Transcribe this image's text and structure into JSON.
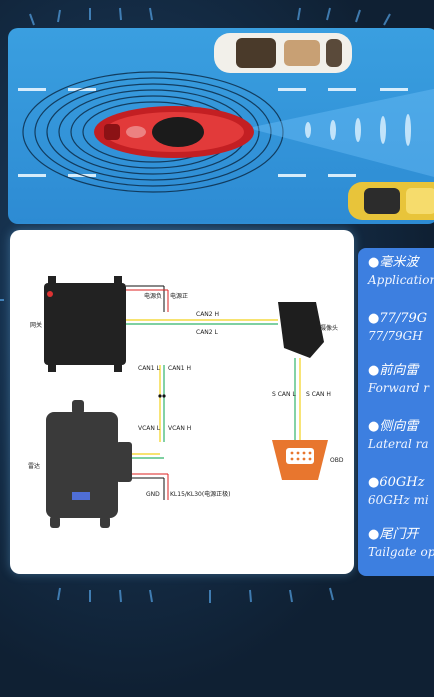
{
  "diagram": {
    "gateway_label": "网关",
    "radar_label": "雷达",
    "camera_label": "摄像头",
    "obd_label": "OBD",
    "power_neg": "电源负",
    "power_pos": "电源正",
    "can2h": "CAN2 H",
    "can2l": "CAN2 L",
    "can1l": "CAN1 L",
    "can1h": "CAN1 H",
    "vcanl": "VCAN L",
    "vcanh": "VCAN H",
    "scanl": "S CAN L",
    "scanh": "S CAN H",
    "gnd": "GND",
    "kl15": "KL15/KL30(电源正极)"
  },
  "features": [
    {
      "zh": "●毫米波",
      "en": "Application"
    },
    {
      "zh": "●77/79G",
      "en": "77/79GH"
    },
    {
      "zh": "●前向雷",
      "en": "Forward r"
    },
    {
      "zh": "●侧向雷",
      "en": "Lateral ra"
    },
    {
      "zh": "●60GHz",
      "en": "60GHz mi"
    },
    {
      "zh": "●尾门开",
      "en": "Tailgate op"
    }
  ],
  "colors": {
    "background": "#0f2033",
    "radar_panel": "#3a9fe0",
    "feature_panel": "#3d7fe0",
    "red_car": "#d8262b",
    "can_yellow": "#f2d21b",
    "can_green": "#32b36b",
    "obd_orange": "#e8762e"
  }
}
